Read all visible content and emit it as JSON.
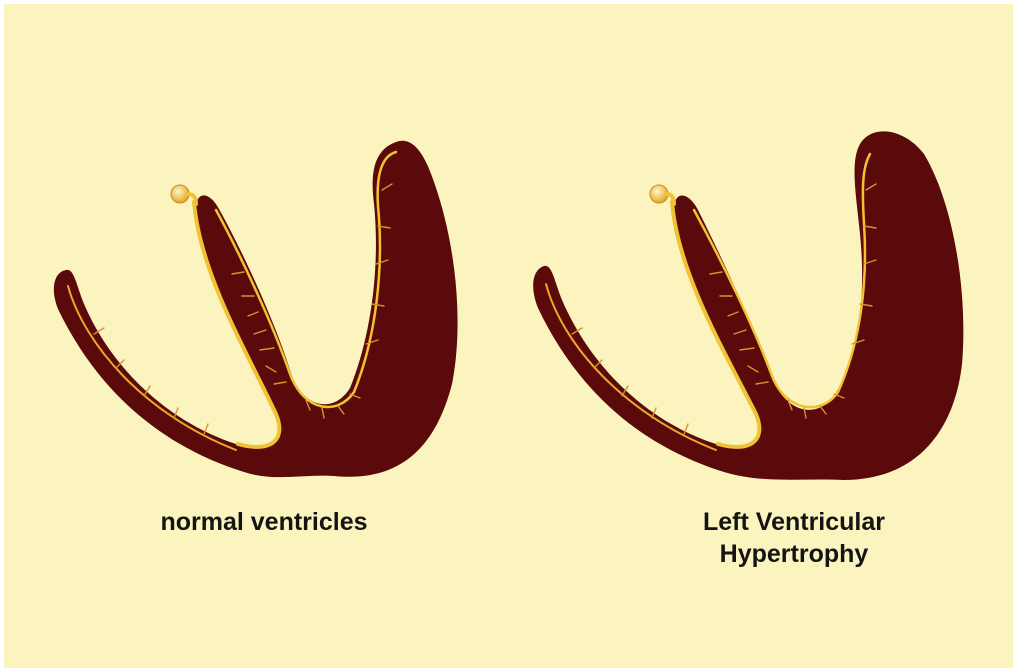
{
  "labels": {
    "normal": "normal ventricles",
    "lvh_line1": "Left Ventricular",
    "lvh_line2": "Hypertrophy"
  },
  "colors": {
    "background": "#fbf4be",
    "muscle": "#5a0a0a",
    "conduction": "#f1c232",
    "text": "#141414"
  }
}
